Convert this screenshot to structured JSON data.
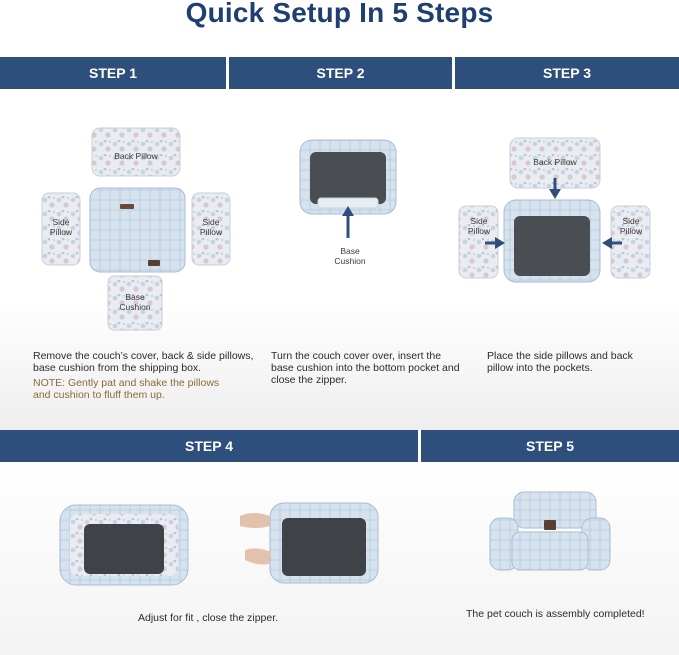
{
  "title": "Quick Setup In 5 Steps",
  "steps": {
    "s1": {
      "label": "STEP 1",
      "caption": "Remove the couch’s cover, back & side pillows, base cushion from the shipping box.",
      "note": "NOTE: Gently pat and shake the pillows and cushion to fluff them up.",
      "labels": {
        "back": "Back Pillow",
        "side_left": "Side Pillow",
        "side_right": "Side Pillow",
        "base": "Base Cushion"
      }
    },
    "s2": {
      "label": "STEP 2",
      "caption": "Turn the couch cover over, insert the base cushion into the bottom pocket and close the zipper.",
      "labels": {
        "base": "Base Cushion"
      }
    },
    "s3": {
      "label": "STEP 3",
      "caption": "Place the side pillows and back pillow into the pockets.",
      "labels": {
        "back": "Back Pillow",
        "side_left": "Side Pillow",
        "side_right": "Side Pillow"
      }
    },
    "s4": {
      "label": "STEP 4",
      "caption": "Adjust for fit , close the zipper."
    },
    "s5": {
      "label": "STEP 5",
      "caption": "The pet couch is assembly completed!"
    }
  },
  "colors": {
    "bar": "#2e4f7c",
    "title": "#1e3f72",
    "note": "#8a6a3a"
  }
}
